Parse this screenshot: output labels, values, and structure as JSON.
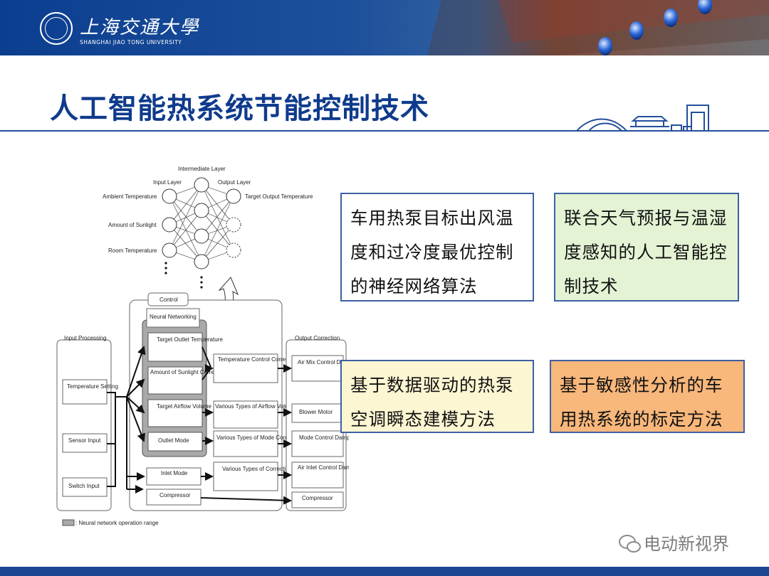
{
  "header": {
    "university_cn": "上海交通大學",
    "university_en": "SHANGHAI JIAO TONG UNIVERSITY"
  },
  "slide": {
    "title": "人工智能热系统节能控制技术"
  },
  "boxes": [
    {
      "text": "车用热泵目标出风温度和过冷度最优控制的神经网络算法",
      "bg": "#ffffff"
    },
    {
      "text": "联合天气预报与温湿度感知的人工智能控制技术",
      "bg": "#e3f3d4"
    },
    {
      "text": "基于数据驱动的热泵空调瞬态建模方法",
      "bg": "#fdf6d3"
    },
    {
      "text": "基于敏感性分析的车用热系统的标定方法",
      "bg": "#f8b77b"
    }
  ],
  "diagram": {
    "nn": {
      "intermediate_layer": "Intermediate Layer",
      "input_layer": "Input Layer",
      "output_layer": "Output Layer",
      "inputs": [
        "Ambient Temperature",
        "Amount of Sunlight",
        "Room Temperature"
      ],
      "output": "Target Output Temperature"
    },
    "control_title": "Control",
    "input_processing": {
      "title": "Input Processing",
      "items": [
        "Temperature Setting",
        "Sensor Input",
        "Switch Input"
      ]
    },
    "neural_networking": "Neural Networking",
    "nn_items": [
      "Target Outlet Temperature",
      "Amount of Sunlight Correction",
      "Target Airflow Volume",
      "Outlet Mode"
    ],
    "lower_items": [
      "Inlet Mode",
      "Compressor"
    ],
    "corrections": [
      "Temperature Control Correction",
      "Various Types of Airflow Volume Corrections",
      "Various Types of Mode Corrections",
      "Various Types of Corrections"
    ],
    "output_correction": {
      "title": "Output Correction",
      "items": [
        "Air Mix Control Damper",
        "Blower Motor",
        "Mode Control Damper",
        "Air Inlet Control Damper",
        "Compressor"
      ]
    },
    "legend": ": Neural network operation range"
  },
  "watermark": "电动新视界"
}
